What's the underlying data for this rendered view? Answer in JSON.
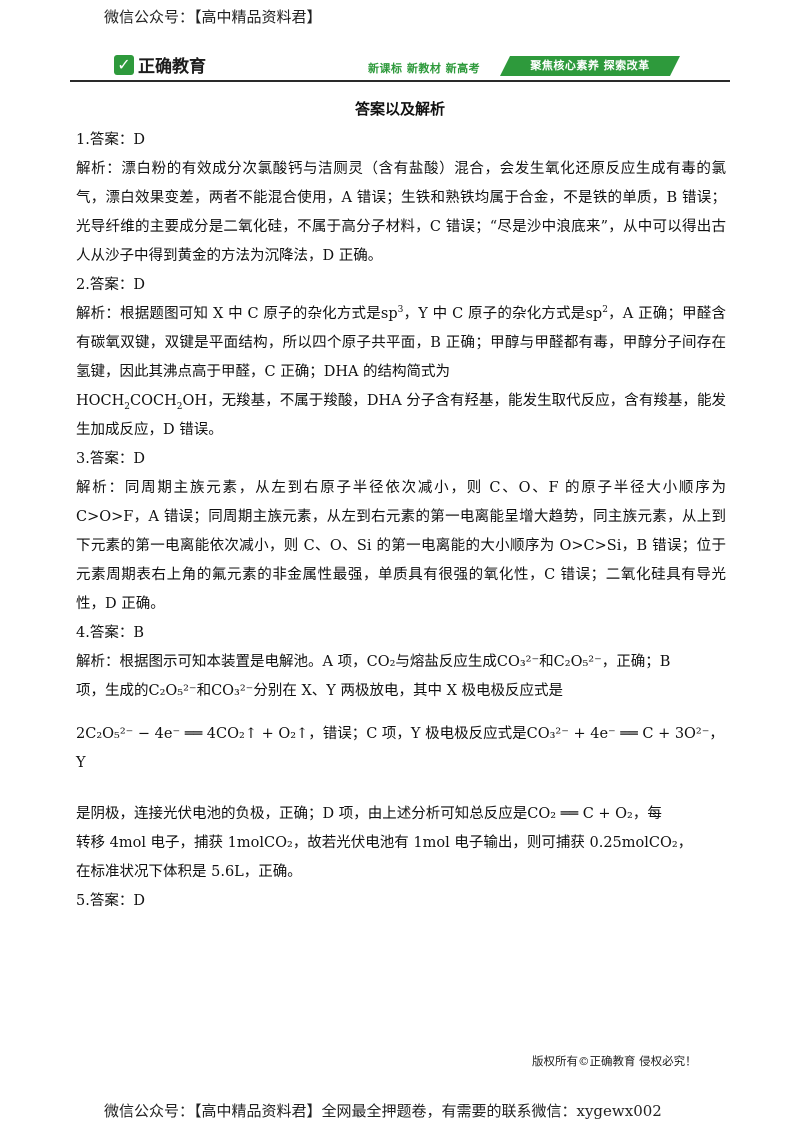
{
  "banner": {
    "top": "微信公众号：【高中精品资料君】"
  },
  "header": {
    "logo_mark": "✓",
    "logo_text": "正确教育",
    "slogan": "新课标  新教材  新高考",
    "ribbon": "聚焦核心素养  探索改革"
  },
  "title": "答案以及解析",
  "q1": {
    "answer": "1.答案：D",
    "explanation": "解析：漂白粉的有效成分次氯酸钙与洁厕灵（含有盐酸）混合，会发生氧化还原反应生成有毒的氯气，漂白效果变差，两者不能混合使用，A 错误；生铁和熟铁均属于合金，不是铁的单质，B 错误；光导纤维的主要成分是二氧化硅，不属于高分子材料，C 错误；“尽是沙中浪底来”，从中可以得出古人从沙子中得到黄金的方法为沉降法，D 正确。"
  },
  "q2": {
    "answer": "2.答案：D",
    "p1": "解析：根据题图可知 X 中 C 原子的杂化方式是",
    "sp": "sp",
    "sup3": "3",
    "p2": "，Y 中 C 原子的杂化方式是",
    "sup2": "2",
    "p3": "，A 正确；甲醛含有碳氧双键，双键是平面结构，所以四个原子共平面，B 正确；甲醇与甲醛都有毒，甲醇分子间存在氢键，因此其沸点高于甲醛，C 正确；DHA 的结构简式为",
    "f_hoch": "HOCH",
    "f_coch": "COCH",
    "f_oh": "OH",
    "sub2": "2",
    "p4": "，无羧基，不属于羧酸，DHA 分子含有羟基，能发生取代反应，含有羧基，能发生加成反应，D 错误。"
  },
  "q3": {
    "answer": "3.答案：D",
    "explanation": "解析：同周期主族元素，从左到右原子半径依次减小，则 C、O、F 的原子半径大小顺序为 C>O>F，A 错误；同周期主族元素，从左到右元素的第一电离能呈增大趋势，同主族元素，从上到下元素的第一电离能依次减小，则 C、O、Si 的第一电离能的大小顺序为 O>C>Si，B 错误；位于元素周期表右上角的氟元素的非金属性最强，单质具有很强的氧化性，C 错误；二氧化硅具有导光性，D 正确。"
  },
  "q4": {
    "answer": "4.答案：B",
    "l1a": "解析：根据图示可知本装置是电解池。A 项，",
    "l1b": "与熔盐反应生成",
    "l1c": "和",
    "l1d": "，正确；B",
    "l2a": "项，生成的",
    "l2b": "和",
    "l2c": "分别在 X、Y 两极放电，其中 X 极电极反应式是",
    "eq1": "2C₂O₅²⁻ − 4e⁻ ══ 4CO₂↑ + O₂↑",
    "l3a": "，错误；C 项，Y 极电极反应式是",
    "eq2": "CO₃²⁻ + 4e⁻ ══ C + 3O²⁻",
    "l3b": "，Y",
    "l4a": "是阴极，连接光伏电池的负极，正确；D 项，由上述分析可知总反应是",
    "eq3": "CO₂ ══ C + O₂",
    "l4b": "，每",
    "l5a": "转移 4mol 电子，捕获 1mol",
    "l5b": "，故若光伏电池有 1mol 电子输出，则可捕获 0.25mol",
    "l5c": "，",
    "l6": "在标准状况下体积是 5.6L，正确。",
    "co2": "CO₂",
    "co3": "CO₃²⁻",
    "c2o5": "C₂O₅²⁻"
  },
  "q5": {
    "answer": "5.答案：D"
  },
  "footer": {
    "copyright": "版权所有©正确教育  侵权必究！",
    "wechat": "微信公众号：【高中精品资料君】全网最全押题卷，有需要的联系微信：xygewx002"
  }
}
